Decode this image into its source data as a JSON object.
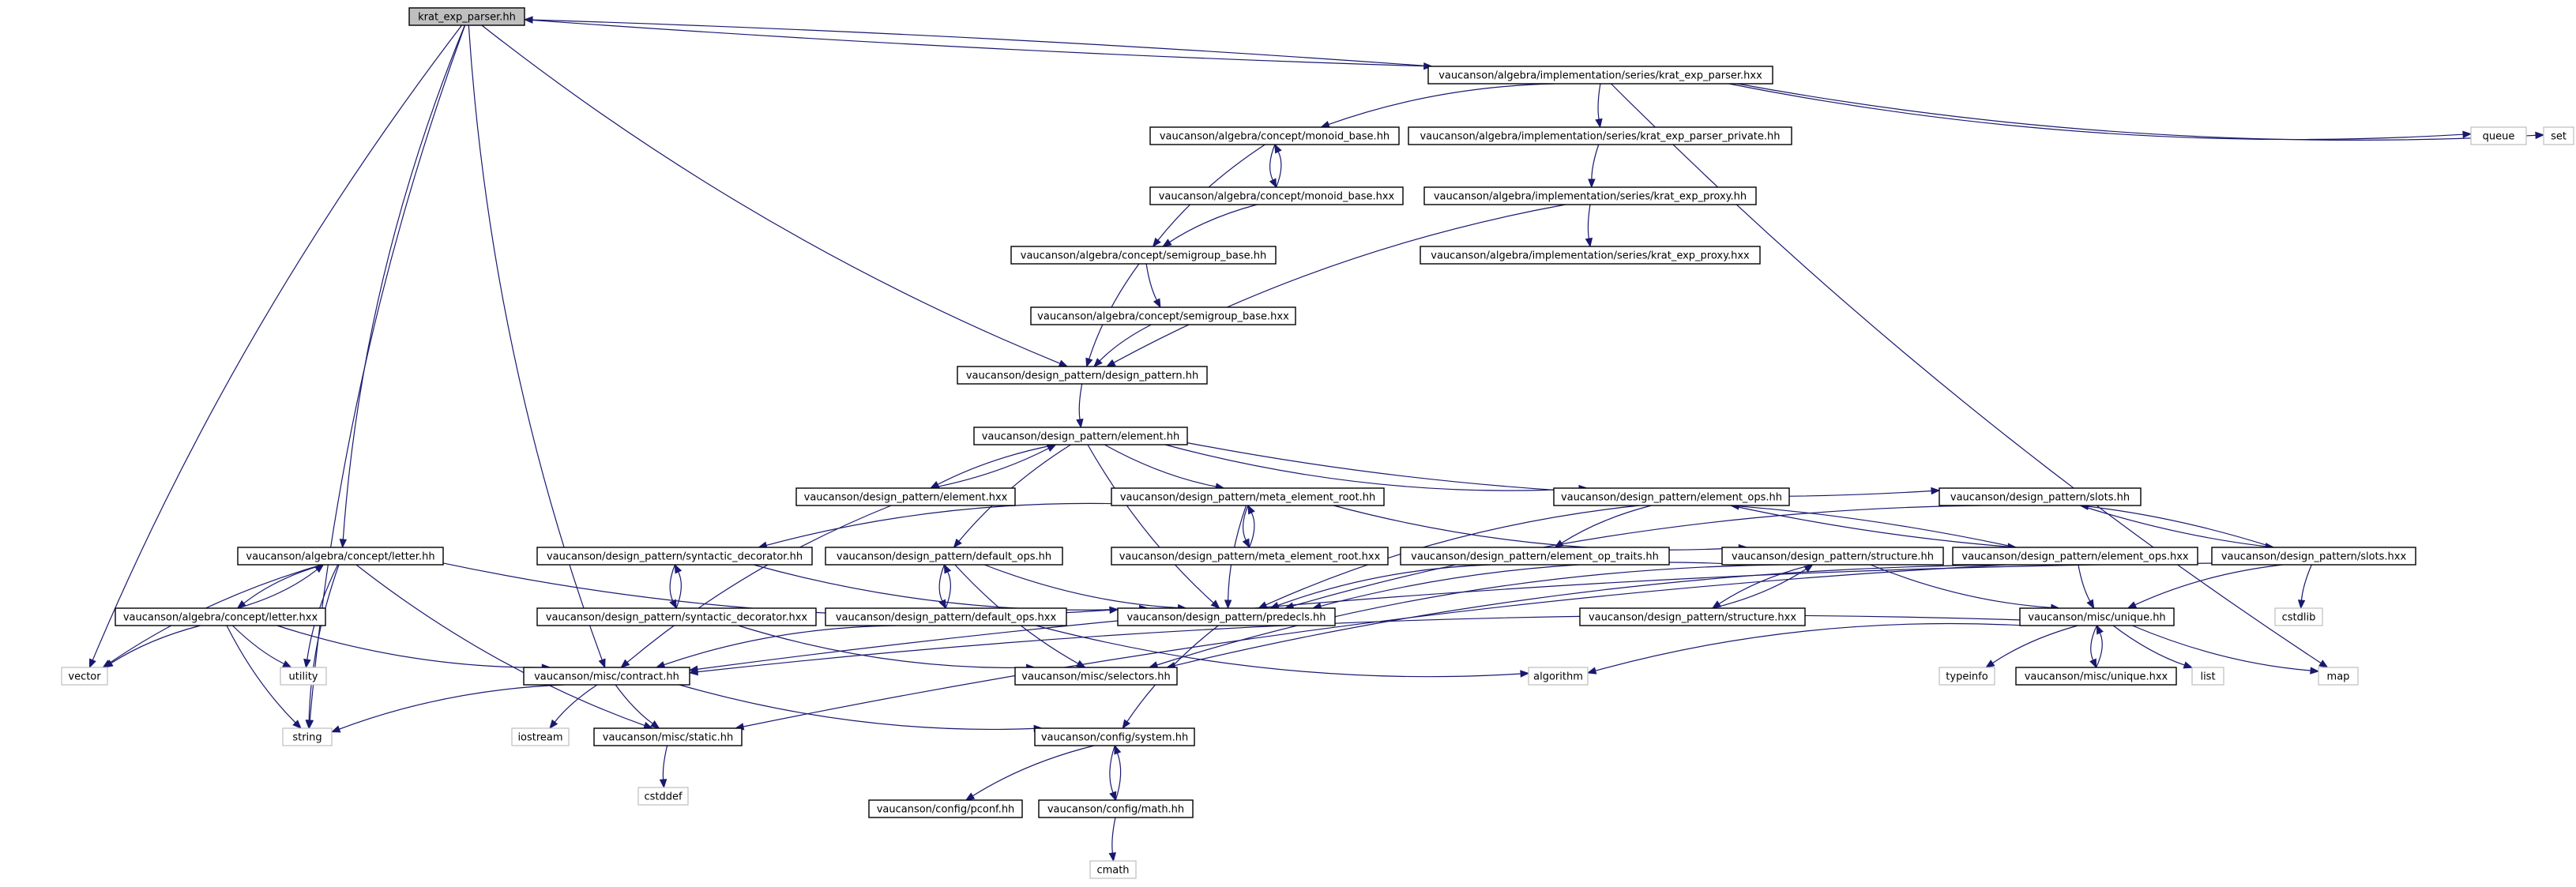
{
  "nodes": [
    {
      "id": "root",
      "label": "krat_exp_parser.hh",
      "kind": "root"
    },
    {
      "id": "parser_hxx",
      "label": "vaucanson/algebra/implementation/series/krat_exp_parser.hxx",
      "kind": "file"
    },
    {
      "id": "queue",
      "label": "queue",
      "kind": "external"
    },
    {
      "id": "set",
      "label": "set",
      "kind": "external"
    },
    {
      "id": "monoid_base_hh",
      "label": "vaucanson/algebra/concept/monoid_base.hh",
      "kind": "file"
    },
    {
      "id": "parser_private",
      "label": "vaucanson/algebra/implementation/series/krat_exp_parser_private.hh",
      "kind": "file"
    },
    {
      "id": "monoid_base_hxx",
      "label": "vaucanson/algebra/concept/monoid_base.hxx",
      "kind": "file"
    },
    {
      "id": "proxy_hh",
      "label": "vaucanson/algebra/implementation/series/krat_exp_proxy.hh",
      "kind": "file"
    },
    {
      "id": "semigroup_hh",
      "label": "vaucanson/algebra/concept/semigroup_base.hh",
      "kind": "file"
    },
    {
      "id": "proxy_hxx",
      "label": "vaucanson/algebra/implementation/series/krat_exp_proxy.hxx",
      "kind": "file"
    },
    {
      "id": "semigroup_hxx",
      "label": "vaucanson/algebra/concept/semigroup_base.hxx",
      "kind": "file"
    },
    {
      "id": "design_pattern",
      "label": "vaucanson/design_pattern/design_pattern.hh",
      "kind": "file"
    },
    {
      "id": "element_hh",
      "label": "vaucanson/design_pattern/element.hh",
      "kind": "file"
    },
    {
      "id": "element_hxx",
      "label": "vaucanson/design_pattern/element.hxx",
      "kind": "file"
    },
    {
      "id": "meta_root_hh",
      "label": "vaucanson/design_pattern/meta_element_root.hh",
      "kind": "file"
    },
    {
      "id": "element_ops_hh",
      "label": "vaucanson/design_pattern/element_ops.hh",
      "kind": "file"
    },
    {
      "id": "slots_hh",
      "label": "vaucanson/design_pattern/slots.hh",
      "kind": "file"
    },
    {
      "id": "letter_hh",
      "label": "vaucanson/algebra/concept/letter.hh",
      "kind": "file"
    },
    {
      "id": "synt_hh",
      "label": "vaucanson/design_pattern/syntactic_decorator.hh",
      "kind": "file"
    },
    {
      "id": "default_ops_hh",
      "label": "vaucanson/design_pattern/default_ops.hh",
      "kind": "file"
    },
    {
      "id": "meta_root_hxx",
      "label": "vaucanson/design_pattern/meta_element_root.hxx",
      "kind": "file"
    },
    {
      "id": "op_traits",
      "label": "vaucanson/design_pattern/element_op_traits.hh",
      "kind": "file"
    },
    {
      "id": "structure_hh",
      "label": "vaucanson/design_pattern/structure.hh",
      "kind": "file"
    },
    {
      "id": "element_ops_hxx",
      "label": "vaucanson/design_pattern/element_ops.hxx",
      "kind": "file"
    },
    {
      "id": "slots_hxx",
      "label": "vaucanson/design_pattern/slots.hxx",
      "kind": "file"
    },
    {
      "id": "letter_hxx",
      "label": "vaucanson/algebra/concept/letter.hxx",
      "kind": "file"
    },
    {
      "id": "synt_hxx",
      "label": "vaucanson/design_pattern/syntactic_decorator.hxx",
      "kind": "file"
    },
    {
      "id": "default_ops_hxx",
      "label": "vaucanson/design_pattern/default_ops.hxx",
      "kind": "file"
    },
    {
      "id": "predecls",
      "label": "vaucanson/design_pattern/predecls.hh",
      "kind": "file"
    },
    {
      "id": "structure_hxx",
      "label": "vaucanson/design_pattern/structure.hxx",
      "kind": "file"
    },
    {
      "id": "unique_hh",
      "label": "vaucanson/misc/unique.hh",
      "kind": "file"
    },
    {
      "id": "cstdlib",
      "label": "cstdlib",
      "kind": "external"
    },
    {
      "id": "vector",
      "label": "vector",
      "kind": "external"
    },
    {
      "id": "utility",
      "label": "utility",
      "kind": "external"
    },
    {
      "id": "contract",
      "label": "vaucanson/misc/contract.hh",
      "kind": "file"
    },
    {
      "id": "selectors",
      "label": "vaucanson/misc/selectors.hh",
      "kind": "file"
    },
    {
      "id": "algorithm",
      "label": "algorithm",
      "kind": "external"
    },
    {
      "id": "typeinfo",
      "label": "typeinfo",
      "kind": "external"
    },
    {
      "id": "unique_hxx",
      "label": "vaucanson/misc/unique.hxx",
      "kind": "file"
    },
    {
      "id": "list",
      "label": "list",
      "kind": "external"
    },
    {
      "id": "map",
      "label": "map",
      "kind": "external"
    },
    {
      "id": "string",
      "label": "string",
      "kind": "external"
    },
    {
      "id": "iostream",
      "label": "iostream",
      "kind": "external"
    },
    {
      "id": "static_hh",
      "label": "vaucanson/misc/static.hh",
      "kind": "file"
    },
    {
      "id": "system_hh",
      "label": "vaucanson/config/system.hh",
      "kind": "file"
    },
    {
      "id": "cstddef",
      "label": "cstddef",
      "kind": "external"
    },
    {
      "id": "pconf",
      "label": "vaucanson/config/pconf.hh",
      "kind": "file"
    },
    {
      "id": "math_hh",
      "label": "vaucanson/config/math.hh",
      "kind": "file"
    },
    {
      "id": "cmath",
      "label": "cmath",
      "kind": "external"
    }
  ],
  "edges": [
    [
      "root",
      "parser_hxx"
    ],
    [
      "root",
      "letter_hh"
    ],
    [
      "root",
      "contract"
    ],
    [
      "root",
      "design_pattern"
    ],
    [
      "root",
      "vector"
    ],
    [
      "root",
      "string"
    ],
    [
      "parser_hxx",
      "root"
    ],
    [
      "parser_hxx",
      "monoid_base_hh"
    ],
    [
      "parser_hxx",
      "parser_private"
    ],
    [
      "parser_hxx",
      "queue"
    ],
    [
      "parser_hxx",
      "set"
    ],
    [
      "parser_hxx",
      "map"
    ],
    [
      "monoid_base_hh",
      "monoid_base_hxx"
    ],
    [
      "monoid_base_hh",
      "semigroup_hh"
    ],
    [
      "monoid_base_hxx",
      "monoid_base_hh"
    ],
    [
      "monoid_base_hxx",
      "semigroup_hh"
    ],
    [
      "parser_private",
      "proxy_hh"
    ],
    [
      "proxy_hh",
      "proxy_hxx"
    ],
    [
      "proxy_hh",
      "design_pattern"
    ],
    [
      "semigroup_hh",
      "semigroup_hxx"
    ],
    [
      "semigroup_hh",
      "design_pattern"
    ],
    [
      "semigroup_hxx",
      "design_pattern"
    ],
    [
      "design_pattern",
      "element_hh"
    ],
    [
      "element_hh",
      "element_hxx"
    ],
    [
      "element_hh",
      "meta_root_hh"
    ],
    [
      "element_hh",
      "element_ops_hh"
    ],
    [
      "element_hh",
      "slots_hh"
    ],
    [
      "element_hh",
      "default_ops_hh"
    ],
    [
      "element_hh",
      "predecls"
    ],
    [
      "element_hxx",
      "element_hh"
    ],
    [
      "element_hxx",
      "contract"
    ],
    [
      "meta_root_hh",
      "meta_root_hxx"
    ],
    [
      "meta_root_hh",
      "synt_hh"
    ],
    [
      "meta_root_hh",
      "structure_hh"
    ],
    [
      "meta_root_hh",
      "predecls"
    ],
    [
      "meta_root_hxx",
      "meta_root_hh"
    ],
    [
      "element_ops_hh",
      "element_ops_hxx"
    ],
    [
      "element_ops_hh",
      "op_traits"
    ],
    [
      "element_ops_hh",
      "predecls"
    ],
    [
      "element_ops_hxx",
      "element_ops_hh"
    ],
    [
      "element_ops_hxx",
      "unique_hh"
    ],
    [
      "element_ops_hxx",
      "selectors"
    ],
    [
      "element_ops_hxx",
      "static_hh"
    ],
    [
      "slots_hh",
      "slots_hxx"
    ],
    [
      "slots_hh",
      "predecls"
    ],
    [
      "slots_hxx",
      "slots_hh"
    ],
    [
      "slots_hxx",
      "unique_hh"
    ],
    [
      "slots_hxx",
      "contract"
    ],
    [
      "slots_hxx",
      "cstdlib"
    ],
    [
      "letter_hh",
      "letter_hxx"
    ],
    [
      "letter_hh",
      "predecls"
    ],
    [
      "letter_hh",
      "static_hh"
    ],
    [
      "letter_hh",
      "vector"
    ],
    [
      "letter_hh",
      "utility"
    ],
    [
      "letter_hh",
      "string"
    ],
    [
      "letter_hxx",
      "letter_hh"
    ],
    [
      "letter_hxx",
      "contract"
    ],
    [
      "letter_hxx",
      "vector"
    ],
    [
      "letter_hxx",
      "utility"
    ],
    [
      "letter_hxx",
      "string"
    ],
    [
      "synt_hh",
      "synt_hxx"
    ],
    [
      "synt_hh",
      "predecls"
    ],
    [
      "synt_hxx",
      "synt_hh"
    ],
    [
      "synt_hxx",
      "selectors"
    ],
    [
      "default_ops_hh",
      "default_ops_hxx"
    ],
    [
      "default_ops_hh",
      "predecls"
    ],
    [
      "default_ops_hh",
      "selectors"
    ],
    [
      "default_ops_hxx",
      "default_ops_hh"
    ],
    [
      "default_ops_hxx",
      "contract"
    ],
    [
      "default_ops_hxx",
      "algorithm"
    ],
    [
      "op_traits",
      "predecls"
    ],
    [
      "structure_hh",
      "structure_hxx"
    ],
    [
      "structure_hh",
      "predecls"
    ],
    [
      "structure_hh",
      "unique_hh"
    ],
    [
      "structure_hh",
      "selectors"
    ],
    [
      "structure_hxx",
      "structure_hh"
    ],
    [
      "predecls",
      "system_hh"
    ],
    [
      "unique_hh",
      "unique_hxx"
    ],
    [
      "unique_hh",
      "typeinfo"
    ],
    [
      "unique_hh",
      "list"
    ],
    [
      "unique_hh",
      "map"
    ],
    [
      "unique_hh",
      "algorithm"
    ],
    [
      "unique_hh",
      "contract"
    ],
    [
      "unique_hxx",
      "unique_hh"
    ],
    [
      "contract",
      "iostream"
    ],
    [
      "contract",
      "string"
    ],
    [
      "contract",
      "static_hh"
    ],
    [
      "contract",
      "system_hh"
    ],
    [
      "static_hh",
      "cstddef"
    ],
    [
      "system_hh",
      "pconf"
    ],
    [
      "system_hh",
      "math_hh"
    ],
    [
      "math_hh",
      "system_hh"
    ],
    [
      "math_hh",
      "cmath"
    ]
  ],
  "colors": {
    "edge": "#191970",
    "root_fill": "#bfbfbf",
    "file_border": "#000000",
    "external_border": "#bfbfbf"
  }
}
